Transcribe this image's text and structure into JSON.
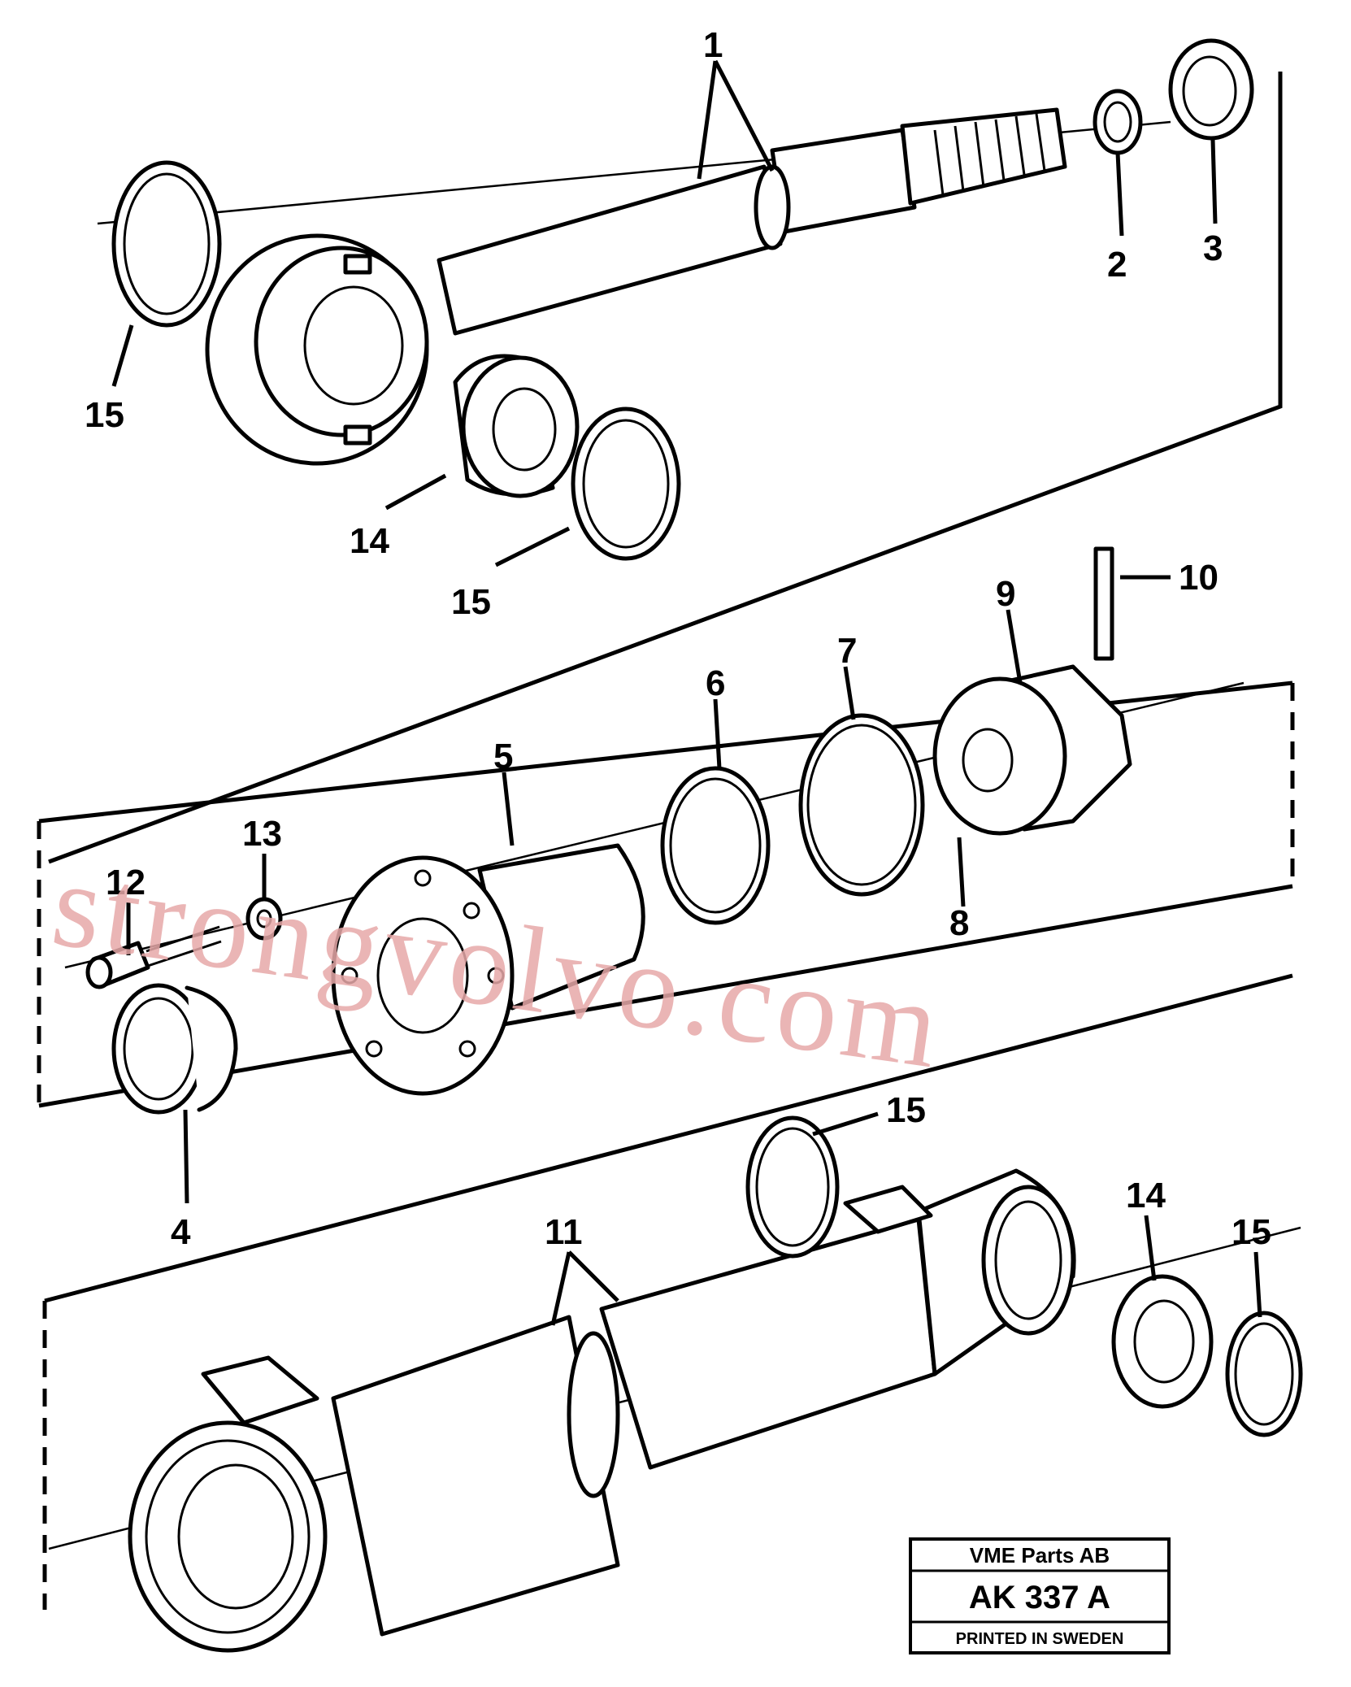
{
  "callouts": {
    "c1": "1",
    "c2": "2",
    "c3": "3",
    "c4": "4",
    "c5": "5",
    "c6": "6",
    "c7": "7",
    "c8": "8",
    "c9": "9",
    "c10": "10",
    "c11": "11",
    "c12": "12",
    "c13": "13",
    "c14a": "14",
    "c14b": "14",
    "c15a": "15",
    "c15b": "15",
    "c15c": "15",
    "c15d": "15"
  },
  "watermark": "strongvolvo.com",
  "title_block": {
    "company": "VME Parts AB",
    "drawing_number": "AK 337 A",
    "printed": "PRINTED IN SWEDEN"
  }
}
